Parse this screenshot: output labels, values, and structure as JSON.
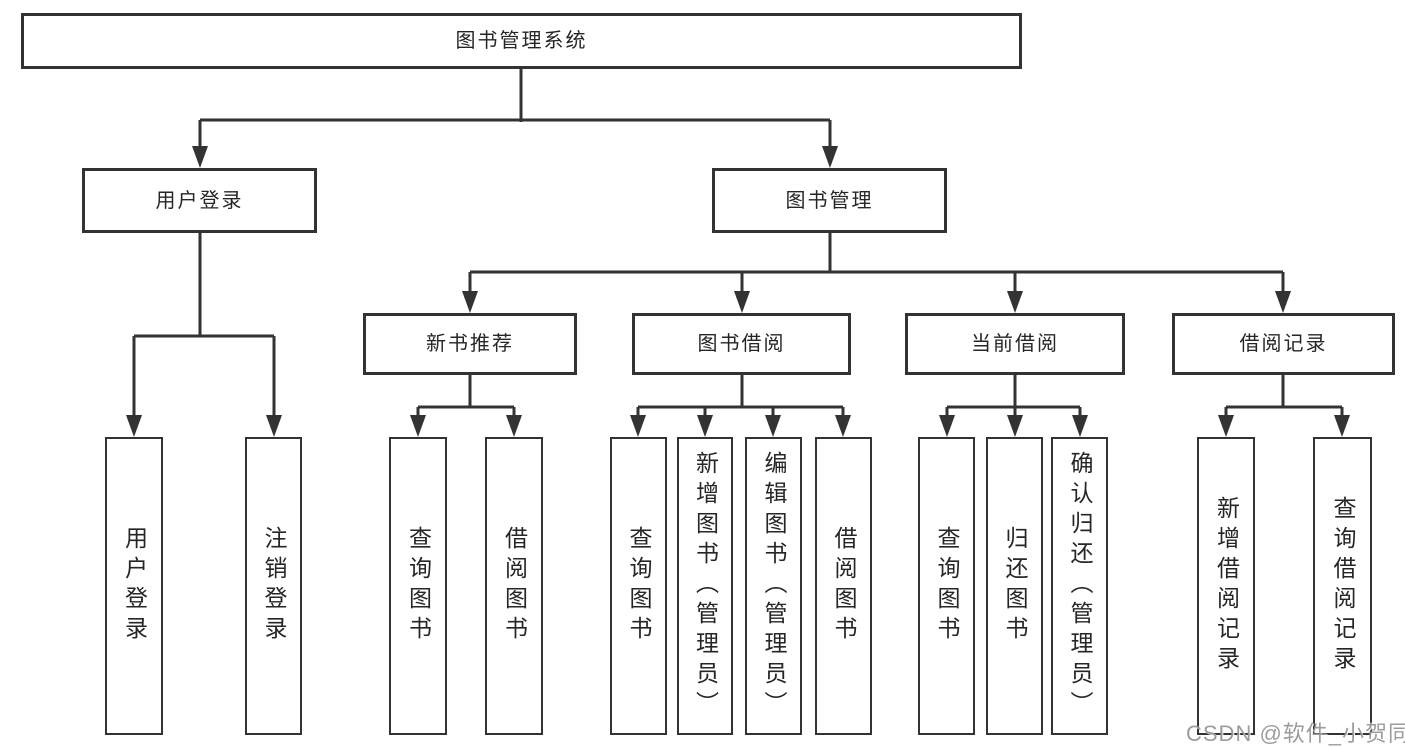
{
  "diagram": {
    "root": "图书管理系统",
    "level2": [
      {
        "label": "用户登录",
        "leaves": [
          "用户登录",
          "注销登录"
        ]
      },
      {
        "label": "图书管理",
        "groups": [
          {
            "label": "新书推荐",
            "leaves": [
              "查询图书",
              "借阅图书"
            ]
          },
          {
            "label": "图书借阅",
            "leaves": [
              "查询图书",
              "新增图书（管理员）",
              "编辑图书（管理员）",
              "借阅图书"
            ]
          },
          {
            "label": "当前借阅",
            "leaves": [
              "查询图书",
              "归还图书",
              "确认归还（管理员）"
            ]
          },
          {
            "label": "借阅记录",
            "leaves": [
              "新增借阅记录",
              "查询借阅记录"
            ]
          }
        ]
      }
    ]
  },
  "watermark": {
    "text": "CSDN @软件_小贺同学"
  },
  "colors": {
    "line": "#333333",
    "text": "#262626",
    "watermark": "#949494",
    "background": "#ffffff"
  }
}
